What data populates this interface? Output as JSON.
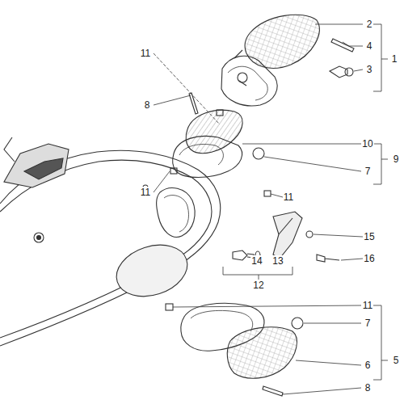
{
  "diagram": {
    "labels": [
      "2",
      "4",
      "1",
      "11",
      "3",
      "8",
      "10",
      "9",
      "7",
      "11",
      "11",
      "15",
      "16",
      "14",
      "13",
      "12",
      "11",
      "7",
      "6",
      "5",
      "8"
    ]
  }
}
